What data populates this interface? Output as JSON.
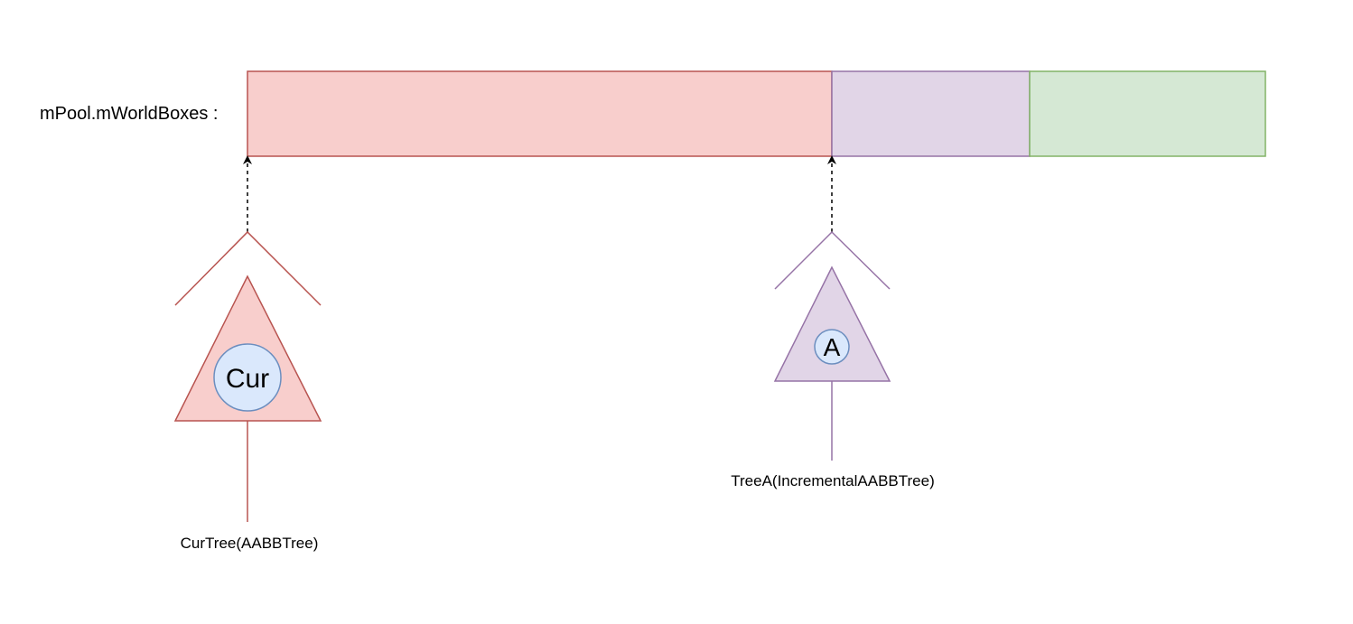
{
  "array": {
    "label": "mPool.mWorldBoxes :",
    "segments": [
      {
        "name": "cur-tree-region",
        "fill": "#f8cecc",
        "stroke": "#b85450"
      },
      {
        "name": "tree-a-region",
        "fill": "#e1d5e7",
        "stroke": "#9673a6"
      },
      {
        "name": "free-region",
        "fill": "#d5e8d4",
        "stroke": "#82b366"
      }
    ]
  },
  "trees": [
    {
      "id": "cur",
      "node_label": "Cur",
      "tree_label": "CurTree(AABBTree)",
      "fill": "#f8cecc",
      "stroke": "#b85450",
      "node_fill": "#dae8fc",
      "node_stroke": "#6c8ebf"
    },
    {
      "id": "a",
      "node_label": "A",
      "tree_label": "TreeA(IncrementalAABBTree)",
      "fill": "#e1d5e7",
      "stroke": "#9673a6",
      "node_fill": "#dae8fc",
      "node_stroke": "#6c8ebf"
    }
  ],
  "arrow_color": "#000000"
}
